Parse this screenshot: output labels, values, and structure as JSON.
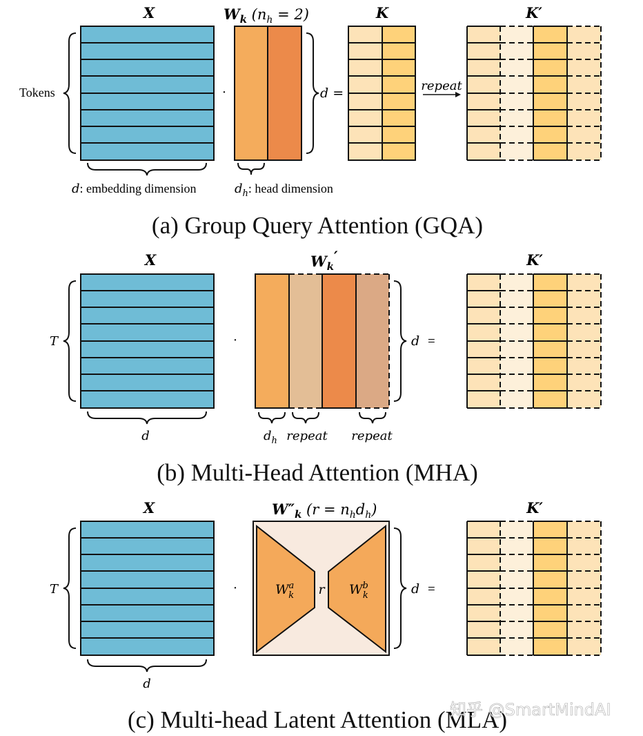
{
  "colors": {
    "x_fill": "#6fbcd6",
    "k_light": "#fde3b8",
    "k_mid": "#fed27a",
    "k_faint": "#fdf0da",
    "w_light": "#f4ac5c",
    "w_dark": "#ec8a4a",
    "w_repeat_light": "#e3be96",
    "w_repeat_dark": "#dba985",
    "mla_bg": "#f8eadf",
    "mla_trap": "#f4a95a"
  },
  "sections": {
    "gqa": {
      "caption": "(a) Group Query Attention (GQA)",
      "x_label": "X",
      "w_label": "W",
      "w_sub": "k",
      "w_extra": " (n",
      "w_extra_sub": "h",
      "w_extra_end": " = 2)",
      "k_label": "K",
      "kprime_label": "K′",
      "tokens_label": "Tokens",
      "dot": "·",
      "d_eq": "d =",
      "repeat": "repeat",
      "embed_d": "d",
      "embed_rest": ": embedding dimension",
      "head_d": "d",
      "head_sub": "h",
      "head_rest": ": head dimension"
    },
    "mha": {
      "caption": "(b) Multi-Head Attention (MHA)",
      "x_label": "X",
      "w_label": "W",
      "w_sub": "k",
      "w_prime": "′",
      "kprime_label": "K′",
      "t_label": "T",
      "dot": "·",
      "d_label": "d",
      "eq": "=",
      "bottom_d": "d",
      "dh": "d",
      "dh_sub": "h",
      "repeat1": "repeat",
      "repeat2": "repeat"
    },
    "mla": {
      "caption": "(c) Multi-head Latent Attention (MLA)",
      "x_label": "X",
      "w_label": "W″",
      "w_sub": "k",
      "w_extra": " (r = n",
      "w_extra_sub": "h",
      "w_extra_end": "d",
      "w_extra_sub2": "h",
      "w_extra_close": ")",
      "kprime_label": "K′",
      "t_label": "T",
      "dot": "·",
      "d_label": "d",
      "eq": "=",
      "bottom_d": "d",
      "wa": "W",
      "wa_sup": "a",
      "wa_sub": "k",
      "wb": "W",
      "wb_sup": "b",
      "wb_sub": "k",
      "r_label": "r"
    }
  },
  "watermark": "知乎 @SmartMindAI"
}
